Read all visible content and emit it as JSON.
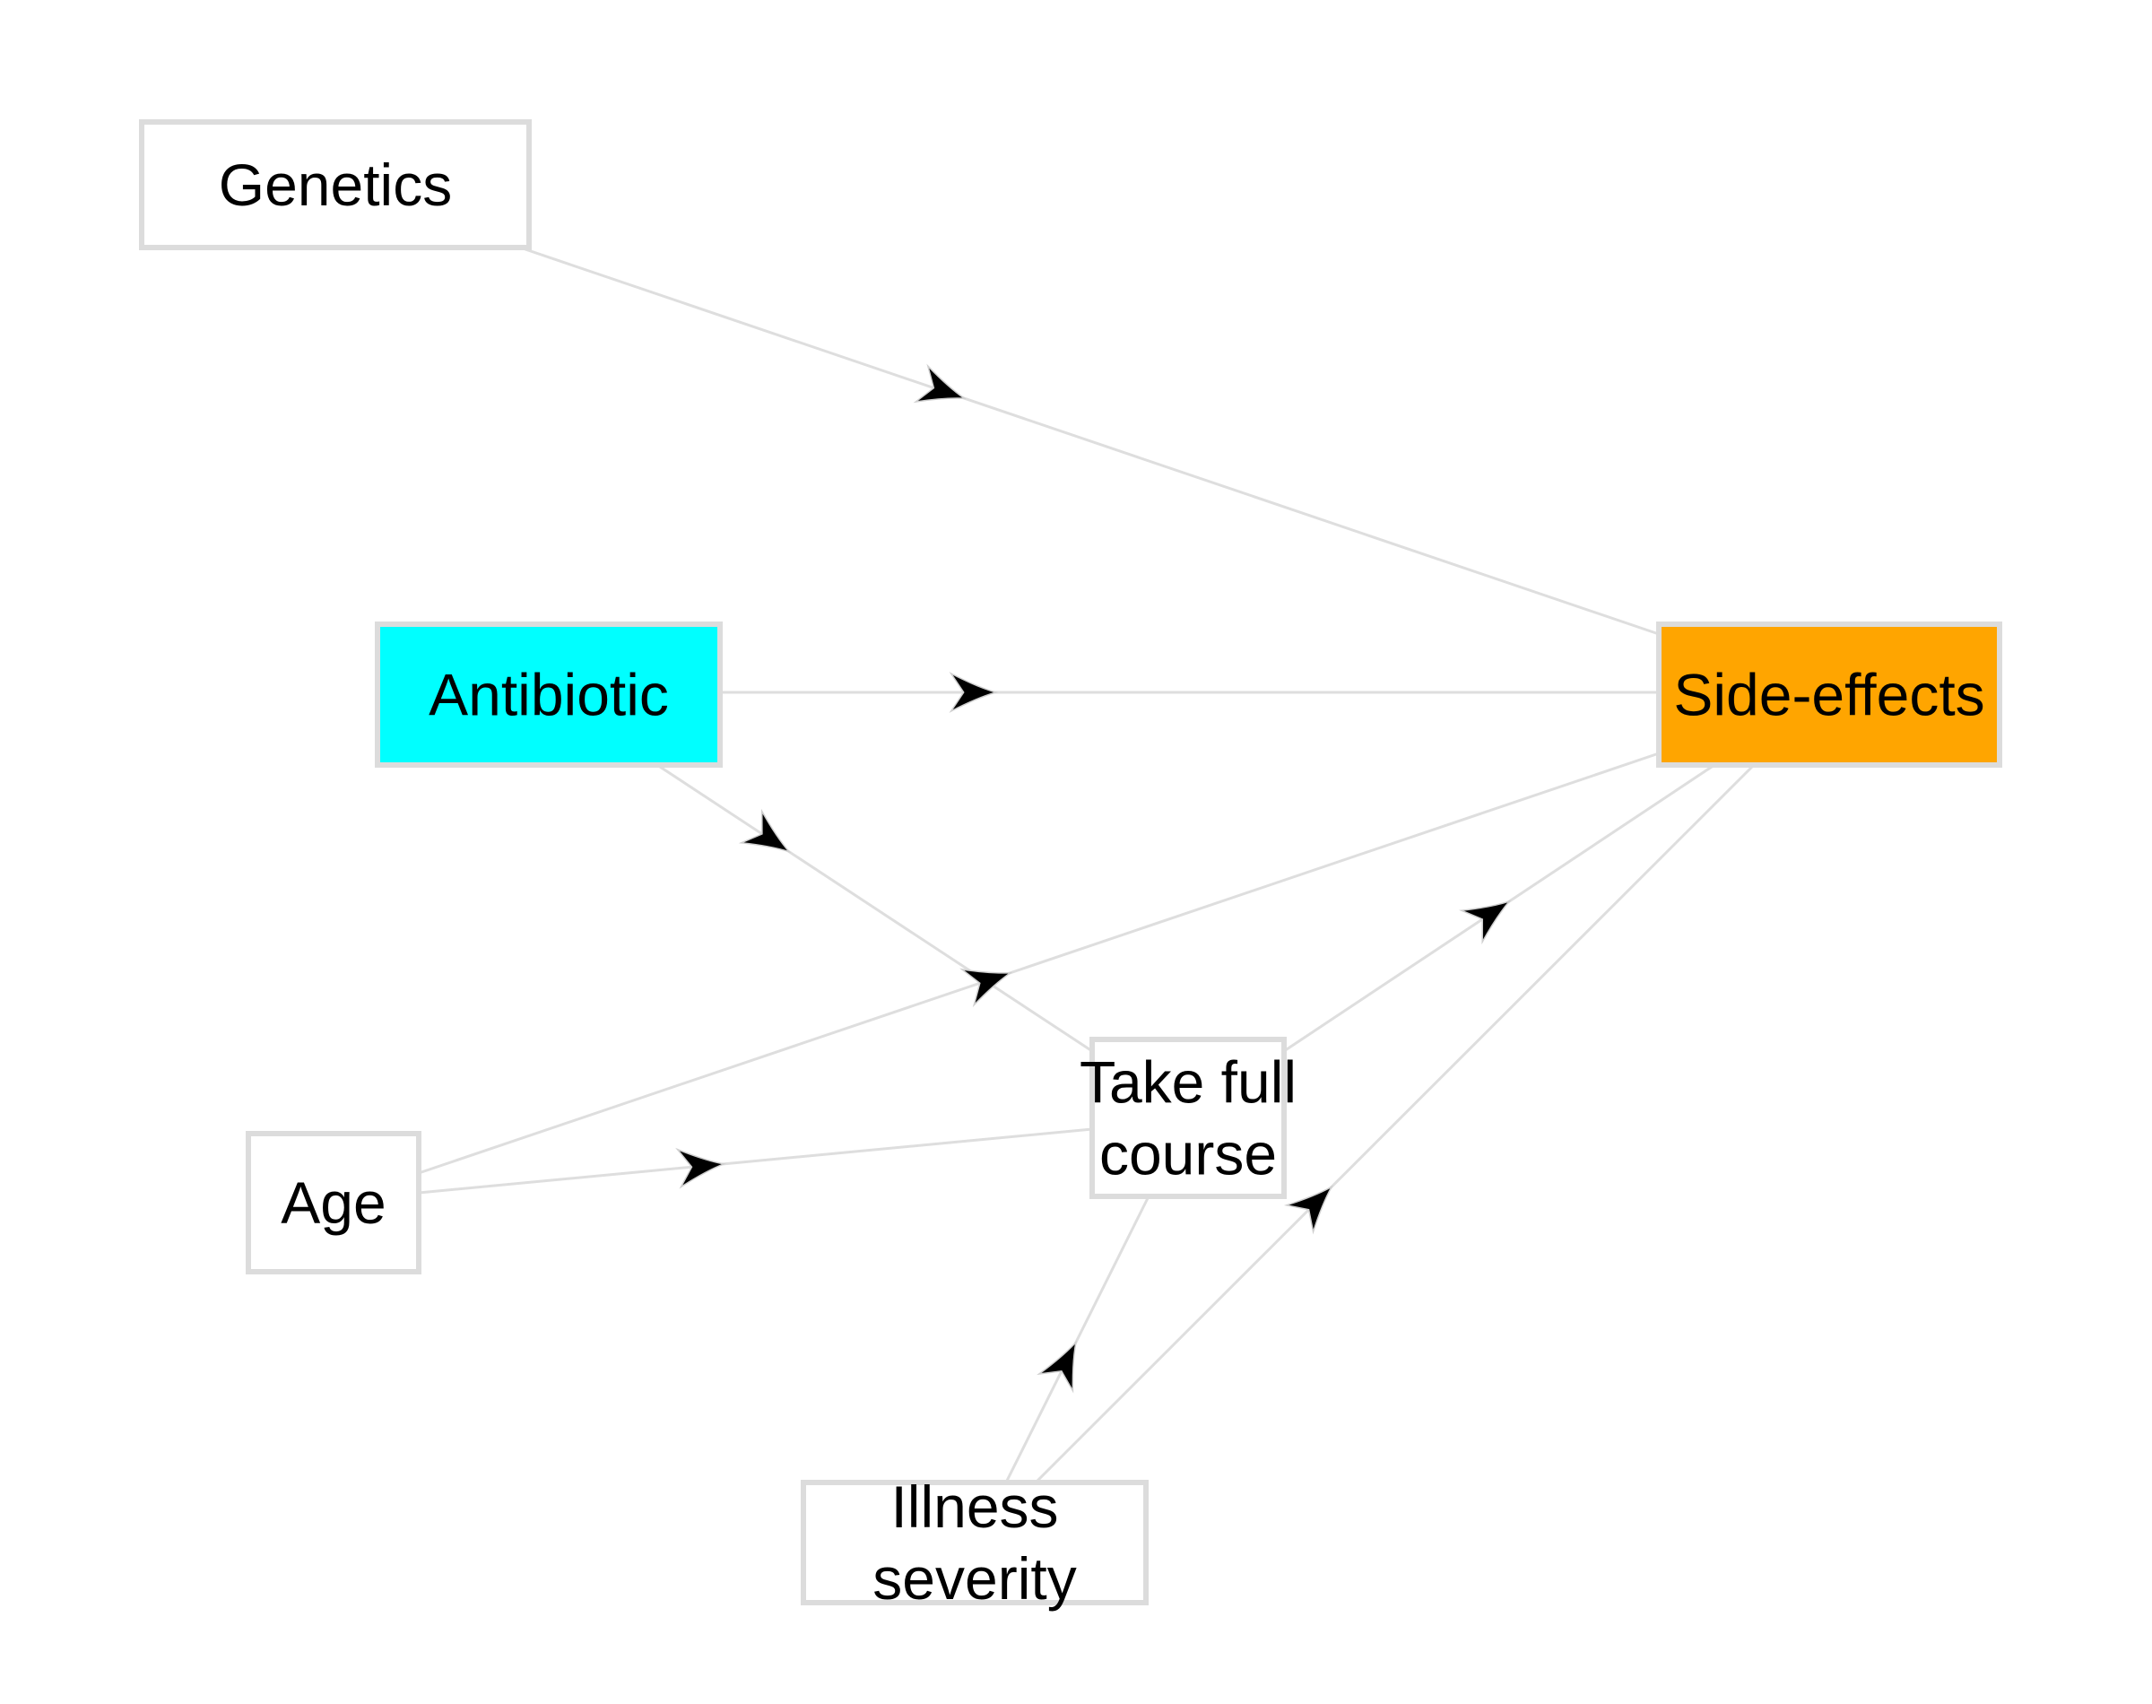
{
  "diagram": {
    "nodes": [
      {
        "id": "genetics",
        "lines": [
          "Genetics"
        ],
        "fill": "#ffffff"
      },
      {
        "id": "antibiotic",
        "lines": [
          "Antibiotic"
        ],
        "fill": "#00ffff"
      },
      {
        "id": "side_effects",
        "lines": [
          "Side-effects"
        ],
        "fill": "#ffa500"
      },
      {
        "id": "take_full_course",
        "lines": [
          "Take full",
          "course"
        ],
        "fill": "#ffffff"
      },
      {
        "id": "age",
        "lines": [
          "Age"
        ],
        "fill": "#ffffff"
      },
      {
        "id": "illness_severity",
        "lines": [
          "Illness",
          "severity"
        ],
        "fill": "#ffffff"
      }
    ],
    "edges": [
      {
        "from": "genetics",
        "to": "side_effects"
      },
      {
        "from": "antibiotic",
        "to": "side_effects"
      },
      {
        "from": "antibiotic",
        "to": "take_full_course"
      },
      {
        "from": "age",
        "to": "side_effects"
      },
      {
        "from": "age",
        "to": "take_full_course"
      },
      {
        "from": "take_full_course",
        "to": "side_effects"
      },
      {
        "from": "illness_severity",
        "to": "take_full_course"
      },
      {
        "from": "illness_severity",
        "to": "side_effects"
      }
    ],
    "colors": {
      "edge": "#dedede",
      "border": "#dcdcdc",
      "arrow": "#000000"
    }
  }
}
